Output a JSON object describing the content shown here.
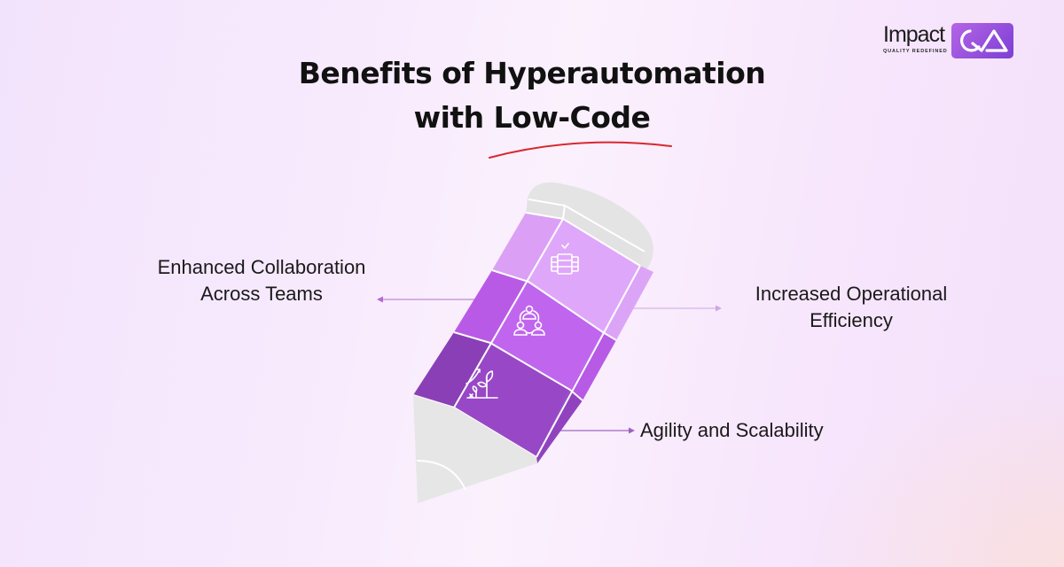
{
  "header": {
    "title_line1": "Benefits of Hyperautomation",
    "title_line2": "with Low-Code",
    "underline_color": "#d8282e"
  },
  "logo": {
    "wordmark": "Impact",
    "badge": "QA",
    "tagline": "QUALITY REDEFINED",
    "badge_color": "#8a45d8"
  },
  "diagram": {
    "type": "pencil-infographic",
    "segments": [
      {
        "id": "efficiency",
        "icon": "servers-check-icon",
        "label_line1": "Increased Operational",
        "label_line2": "Efficiency",
        "side": "right",
        "color": "#dea3f8"
      },
      {
        "id": "collaboration",
        "icon": "team-collaboration-icon",
        "label_line1": "Enhanced Collaboration",
        "label_line2": "Across Teams",
        "side": "left",
        "color": "#bd5ceb"
      },
      {
        "id": "agility",
        "icon": "growth-plant-icon",
        "label_line1": "Agility and Scalability",
        "side": "right",
        "color": "#9445c4"
      }
    ],
    "eraser_color": "#e4e4e4",
    "tip_color": "#e6e6e6",
    "connector_color": "#c58ce0"
  }
}
